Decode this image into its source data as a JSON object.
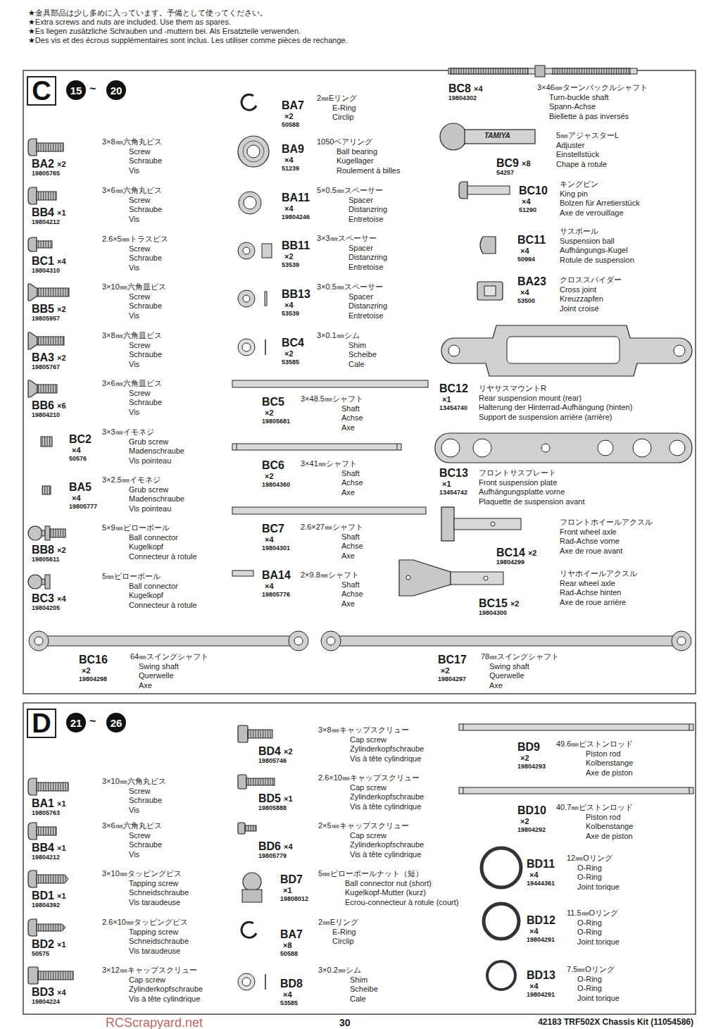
{
  "diagram": {
    "nodes": [
      {
        "text": [
          "C"
        ]
      },
      {
        "text": [
          "15"
        ]
      },
      {
        "text": [
          "20"
        ]
      },
      {
        "text": [
          "D"
        ]
      },
      {
        "text": [
          "21"
        ]
      },
      {
        "text": [
          "26"
        ]
      }
    ],
    "labels": [
      "★金具部品は少し多めに入っています。予備として使ってください。",
      "★Extra screws and nuts are included. Use them as spares.",
      "★Es liegen zusätzliche Schrauben und -muttern bei. Als Ersatzteile verwenden.",
      "★Des vis et des écrous supplémentaires sont inclus. Les utiliser comme pièces de rechange.",
      "~",
      "BA2",
      "×2",
      "19805765",
      "3×8㎜六角丸ビス",
      "Screw",
      "Schraube",
      "Vis",
      "BB4",
      "×1",
      "19804212",
      "3×6㎜六角丸ビス",
      "Screw",
      "Schraube",
      "Vis",
      "BC1",
      "×4",
      "19804310",
      "2.6×5㎜トラスビス",
      "Screw",
      "Schraube",
      "Vis",
      "BB5",
      "×2",
      "19805957",
      "3×10㎜六角皿ビス",
      "Screw",
      "Schraube",
      "Vis",
      "BA3",
      "×2",
      "19805767",
      "3×8㎜六角皿ビス",
      "Screw",
      "Schraube",
      "Vis",
      "BB6",
      "×6",
      "19804210",
      "3×6㎜六角皿ビス",
      "Screw",
      "Schraube",
      "Vis",
      "BC2",
      "×4",
      "50576",
      "3×3㎜イモネジ",
      "Grub screw",
      "Madenschraube",
      "Vis pointeau",
      "BA5",
      "×4",
      "19805777",
      "3×2.5㎜イモネジ",
      "Grub screw",
      "Madenschraube",
      "Vis pointeau",
      "BB8",
      "×2",
      "19805611",
      "5×9㎜ピローボール",
      "Ball connector",
      "Kugelkopf",
      "Connecteur à rotule",
      "BC3",
      "×4",
      "19804205",
      "5㎜ピローボール",
      "Ball connector",
      "Kugelkopf",
      "Connecteur à rotule",
      "BA7",
      "×2",
      "50588",
      "2㎜Eリング",
      "E-Ring",
      "Circlip",
      "BA9",
      "×4",
      "51239",
      "1050ベアリング",
      "Ball bearing",
      "Kugellager",
      "Roulement à billes",
      "BA11",
      "×4",
      "19804246",
      "5×0.5㎜スペーサー",
      "Spacer",
      "Distanzring",
      "Entretoise",
      "BB11",
      "×2",
      "53539",
      "3×3㎜スペーサー",
      "Spacer",
      "Distanzring",
      "Entretoise",
      "BB13",
      "×4",
      "53539",
      "3×0.5㎜スペーサー",
      "Spacer",
      "Distanzring",
      "Entretoise",
      "BC4",
      "×2",
      "53585",
      "3×0.1㎜シム",
      "Shim",
      "Scheibe",
      "Cale",
      "BC5",
      "×2",
      "19805681",
      "3×48.5㎜シャフト",
      "Shaft",
      "Achse",
      "Axe",
      "BC6",
      "×2",
      "19804360",
      "3×41㎜シャフト",
      "Shaft",
      "Achse",
      "Axe",
      "BC7",
      "×4",
      "19804301",
      "2.6×27㎜シャフト",
      "Shaft",
      "Achse",
      "Axe",
      "BA14",
      "×4",
      "19805776",
      "2×9.8㎜シャフト",
      "Shaft",
      "Achse",
      "Axe",
      "BC8",
      "×4",
      "19804302",
      "3×46㎜ターンバックルシャフト",
      "Turn-buckle shaft",
      "Spann-Achse",
      "Biellette à pas inversés",
      "BC9",
      "×8",
      "54257",
      "5㎜アジャスターL",
      "Adjuster",
      "Einstellstück",
      "Chape à rotule",
      "BC10",
      "×4",
      "51290",
      "キングピン",
      "King pin",
      "Bolzen für Arretierstück",
      "Axe de verouillage",
      "BC11",
      "×4",
      "50994",
      "サスボール",
      "Suspension ball",
      "Aufhängungs-Kugel",
      "Rotule de suspension",
      "BA23",
      "×4",
      "53500",
      "クロススパイダー",
      "Cross joint",
      "Kreuzzapfen",
      "Joint croisé",
      "BC12",
      "×1",
      "13454740",
      "リヤサスマウントR",
      "Rear suspension mount (rear)",
      "Halterung der Hinterrad-Aufhängung (hinten)",
      "Support de suspension arrière (arrière)",
      "BC13",
      "×1",
      "13454742",
      "フロントサスプレート",
      "Front suspension plate",
      "Aufhängungsplatte vorne",
      "Plaquette de suspension avant",
      "BC14",
      "×2",
      "19804299",
      "フロントホイールアクスル",
      "Front wheel axle",
      "Rad-Achse vorne",
      "Axe de roue avant",
      "BC15",
      "×2",
      "19804300",
      "リヤホイールアクスル",
      "Rear wheel axle",
      "Rad-Achse hinten",
      "Axe de roue arrière",
      "BC16",
      "×2",
      "19804298",
      "64㎜スイングシャフト",
      "Swing shaft",
      "Querwelle",
      "Axe",
      "BC17",
      "×2",
      "19804297",
      "78㎜スイングシャフト",
      "Swing shaft",
      "Querwelle",
      "Axe",
      "~",
      "BA1",
      "×1",
      "19805763",
      "3×10㎜六角丸ビス",
      "Screw",
      "Schraube",
      "Vis",
      "BB4",
      "×1",
      "19804212",
      "3×6㎜六角丸ビス",
      "Screw",
      "Schraube",
      "Vis",
      "BD1",
      "×1",
      "19804392",
      "3×10㎜タッピングビス",
      "Tapping screw",
      "Schneidschraube",
      "Vis taraudeuse",
      "BD2",
      "×1",
      "50575",
      "2.6×10㎜タッピングビス",
      "Tapping screw",
      "Schneidschraube",
      "Vis taraudeuse",
      "BD3",
      "×4",
      "19804224",
      "3×12㎜キャップスクリュー",
      "Cap screw",
      "Zylinderkopfschraube",
      "Vis à tête cylindrique",
      "BD4",
      "×2",
      "19805746",
      "3×8㎜キャップスクリュー",
      "Cap screw",
      "Zylinderkopfschraube",
      "Vis à tête cylindrique",
      "BD5",
      "×1",
      "19805888",
      "2.6×10㎜キャップスクリュー",
      "Cap screw",
      "Zylinderkopfschraube",
      "Vis à tête cylindrique",
      "BD6",
      "×4",
      "19805779",
      "2×5㎜キャップスクリュー",
      "Cap screw",
      "Zylinderkopfschraube",
      "Vis à tête cylindrique",
      "BD7",
      "×1",
      "19808012",
      "5㎜ピローボールナット（短）",
      "Ball connector nut (short)",
      "Kugelkopf-Mutter (kurz)",
      "Ecrou-connecteur à rotule (court)",
      "BA7",
      "×8",
      "50588",
      "2㎜Eリング",
      "E-Ring",
      "Circlip",
      "BD8",
      "×4",
      "53585",
      "3×0.2㎜シム",
      "Shim",
      "Scheibe",
      "Cale",
      "BD9",
      "×2",
      "19804293",
      "49.6㎜ピストンロッド",
      "Piston rod",
      "Kolbenstange",
      "Axe de piston",
      "BD10",
      "×2",
      "19804292",
      "40.7㎜ピストンロッド",
      "Piston rod",
      "Kolbenstange",
      "Axe de piston",
      "BD11",
      "×4",
      "19444361",
      "12㎜Oリング",
      "O-Ring",
      "O-Ring",
      "Joint torique",
      "BD12",
      "×4",
      "19804291",
      "11.5㎜Oリング",
      "O-Ring",
      "O-Ring",
      "Joint torique",
      "BD13",
      "×4",
      "19804291",
      "7.5㎜Oリング",
      "O-Ring",
      "O-Ring",
      "Joint torique",
      "30",
      "42183 TRF502X Chassis Kit (11054586)",
      "RCScrapyard.net",
      "TAMIYA"
    ]
  }
}
